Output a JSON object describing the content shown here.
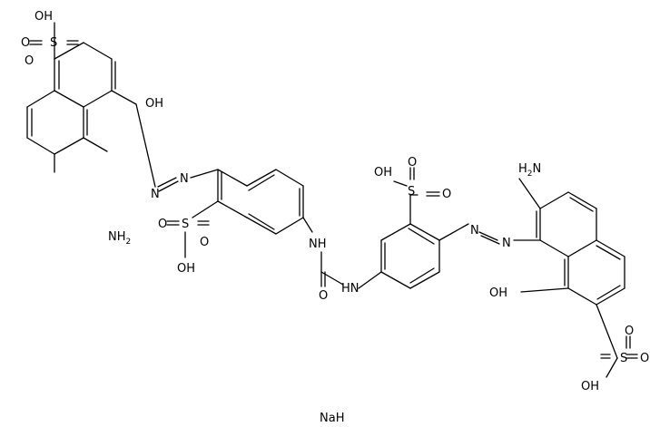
{
  "atom_labels": {
    "oh_top_sulfo": "OH",
    "s_top": "S",
    "o_top_upper": "O",
    "o_top_lower": "O",
    "oh_left_hydroxy": "OH",
    "n_azo_1a": "N",
    "n_azo_1b": "N",
    "amino_left_main": "NH",
    "amino_left_sub": "2",
    "s_left_ring": "S",
    "o_left_ring_a": "O",
    "o_left_ring_b": "O",
    "oh_left_ring": "OH",
    "nh_upper": "NH",
    "o_urea": "O",
    "nh_lower": "HN",
    "oh_right_ring_sulfo": "OH",
    "s_right_ring": "S",
    "o_right_ring_a": "O",
    "o_right_ring_b": "O",
    "amino_right": "H",
    "amino_right_n": "N",
    "amino_right_sub": "2",
    "n_azo_2a": "N",
    "n_azo_2b": "N",
    "oh_right_hydroxy": "OH",
    "s_bottom": "S",
    "o_bottom_a": "O",
    "o_bottom_b": "O",
    "oh_bottom_sulfo": "OH",
    "counter_ion": "NaH"
  }
}
